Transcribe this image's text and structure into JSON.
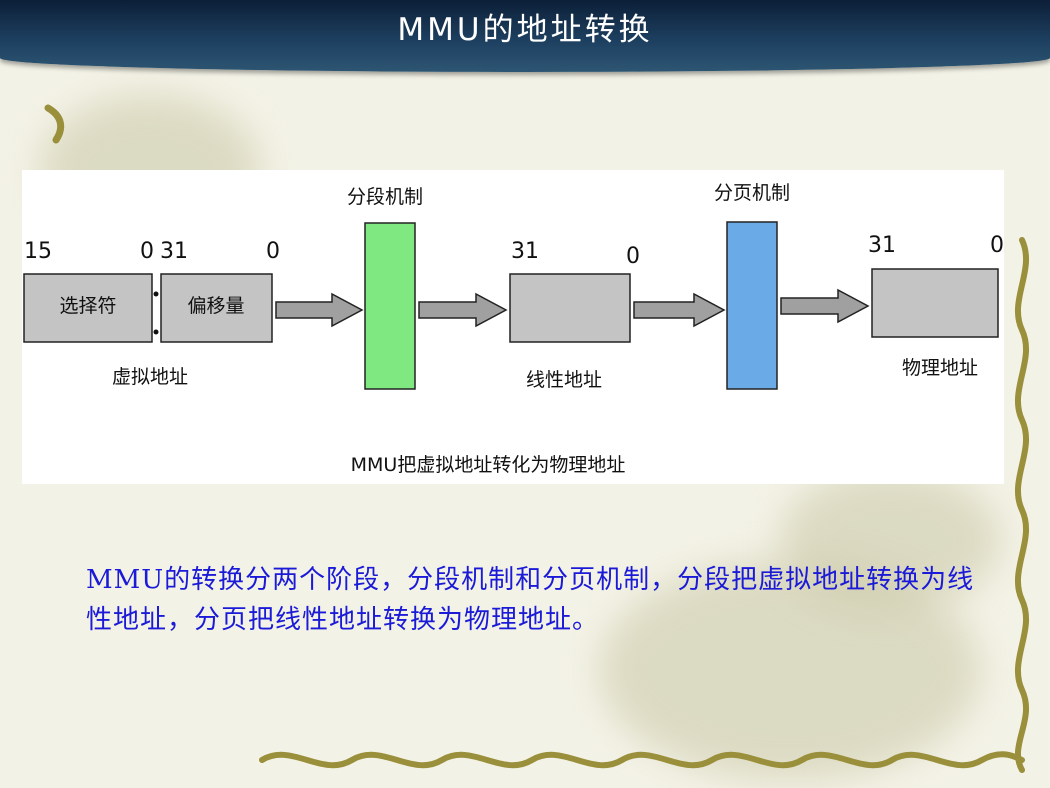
{
  "title": "MMU的地址转换",
  "diagram": {
    "segmentation_label": "分段机制",
    "paging_label": "分页机制",
    "virtual_address": {
      "selector": {
        "high_bit": "15",
        "low_bit": "0",
        "label": "选择符"
      },
      "offset": {
        "high_bit": "31",
        "low_bit": "0",
        "label": "偏移量"
      },
      "caption": "虚拟地址"
    },
    "linear_address": {
      "high_bit": "31",
      "low_bit": "0",
      "caption": "线性地址"
    },
    "physical_address": {
      "high_bit": "31",
      "low_bit": "0",
      "caption": "物理地址"
    },
    "caption": "MMU把虚拟地址转化为物理地址",
    "colors": {
      "segmentation": "#80e880",
      "paging": "#6aaae6",
      "register": "#c4c4c4",
      "arrow": "#a0a0a0"
    }
  },
  "body_text": "MMU的转换分两个阶段，分段机制和分页机制，分段把虚拟地址转换为线性地址，分页把线性地址转换为物理地址。"
}
